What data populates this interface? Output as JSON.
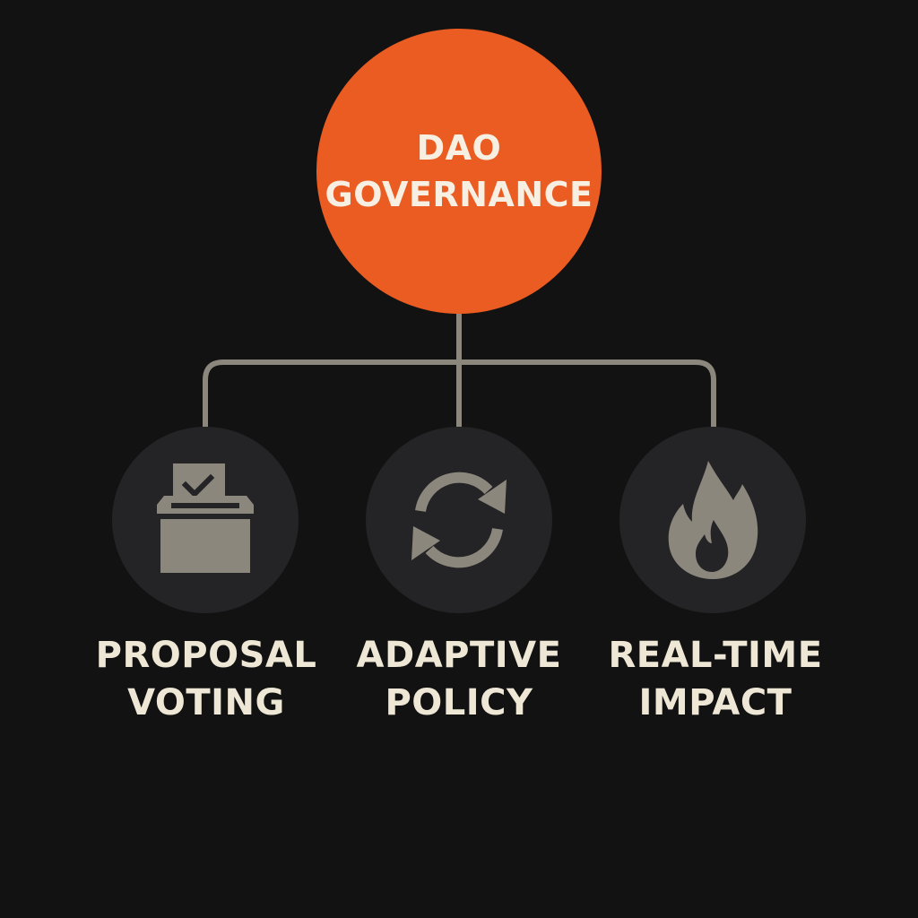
{
  "colors": {
    "background": "#121212",
    "accent": "#ea5c21",
    "node_fill": "#242426",
    "icon": "#8c877d",
    "connector": "#8c877d",
    "label_text": "#efe7d6",
    "root_text": "#f7efe2"
  },
  "root": {
    "line1": "DAO",
    "line2": "GOVERNANCE"
  },
  "children": [
    {
      "icon": "ballot-box-icon",
      "line1": "PROPOSAL",
      "line2": "VOTING"
    },
    {
      "icon": "refresh-cycle-icon",
      "line1": "ADAPTIVE",
      "line2": "POLICY"
    },
    {
      "icon": "flame-icon",
      "line1": "REAL-TIME",
      "line2": "IMPACT"
    }
  ]
}
